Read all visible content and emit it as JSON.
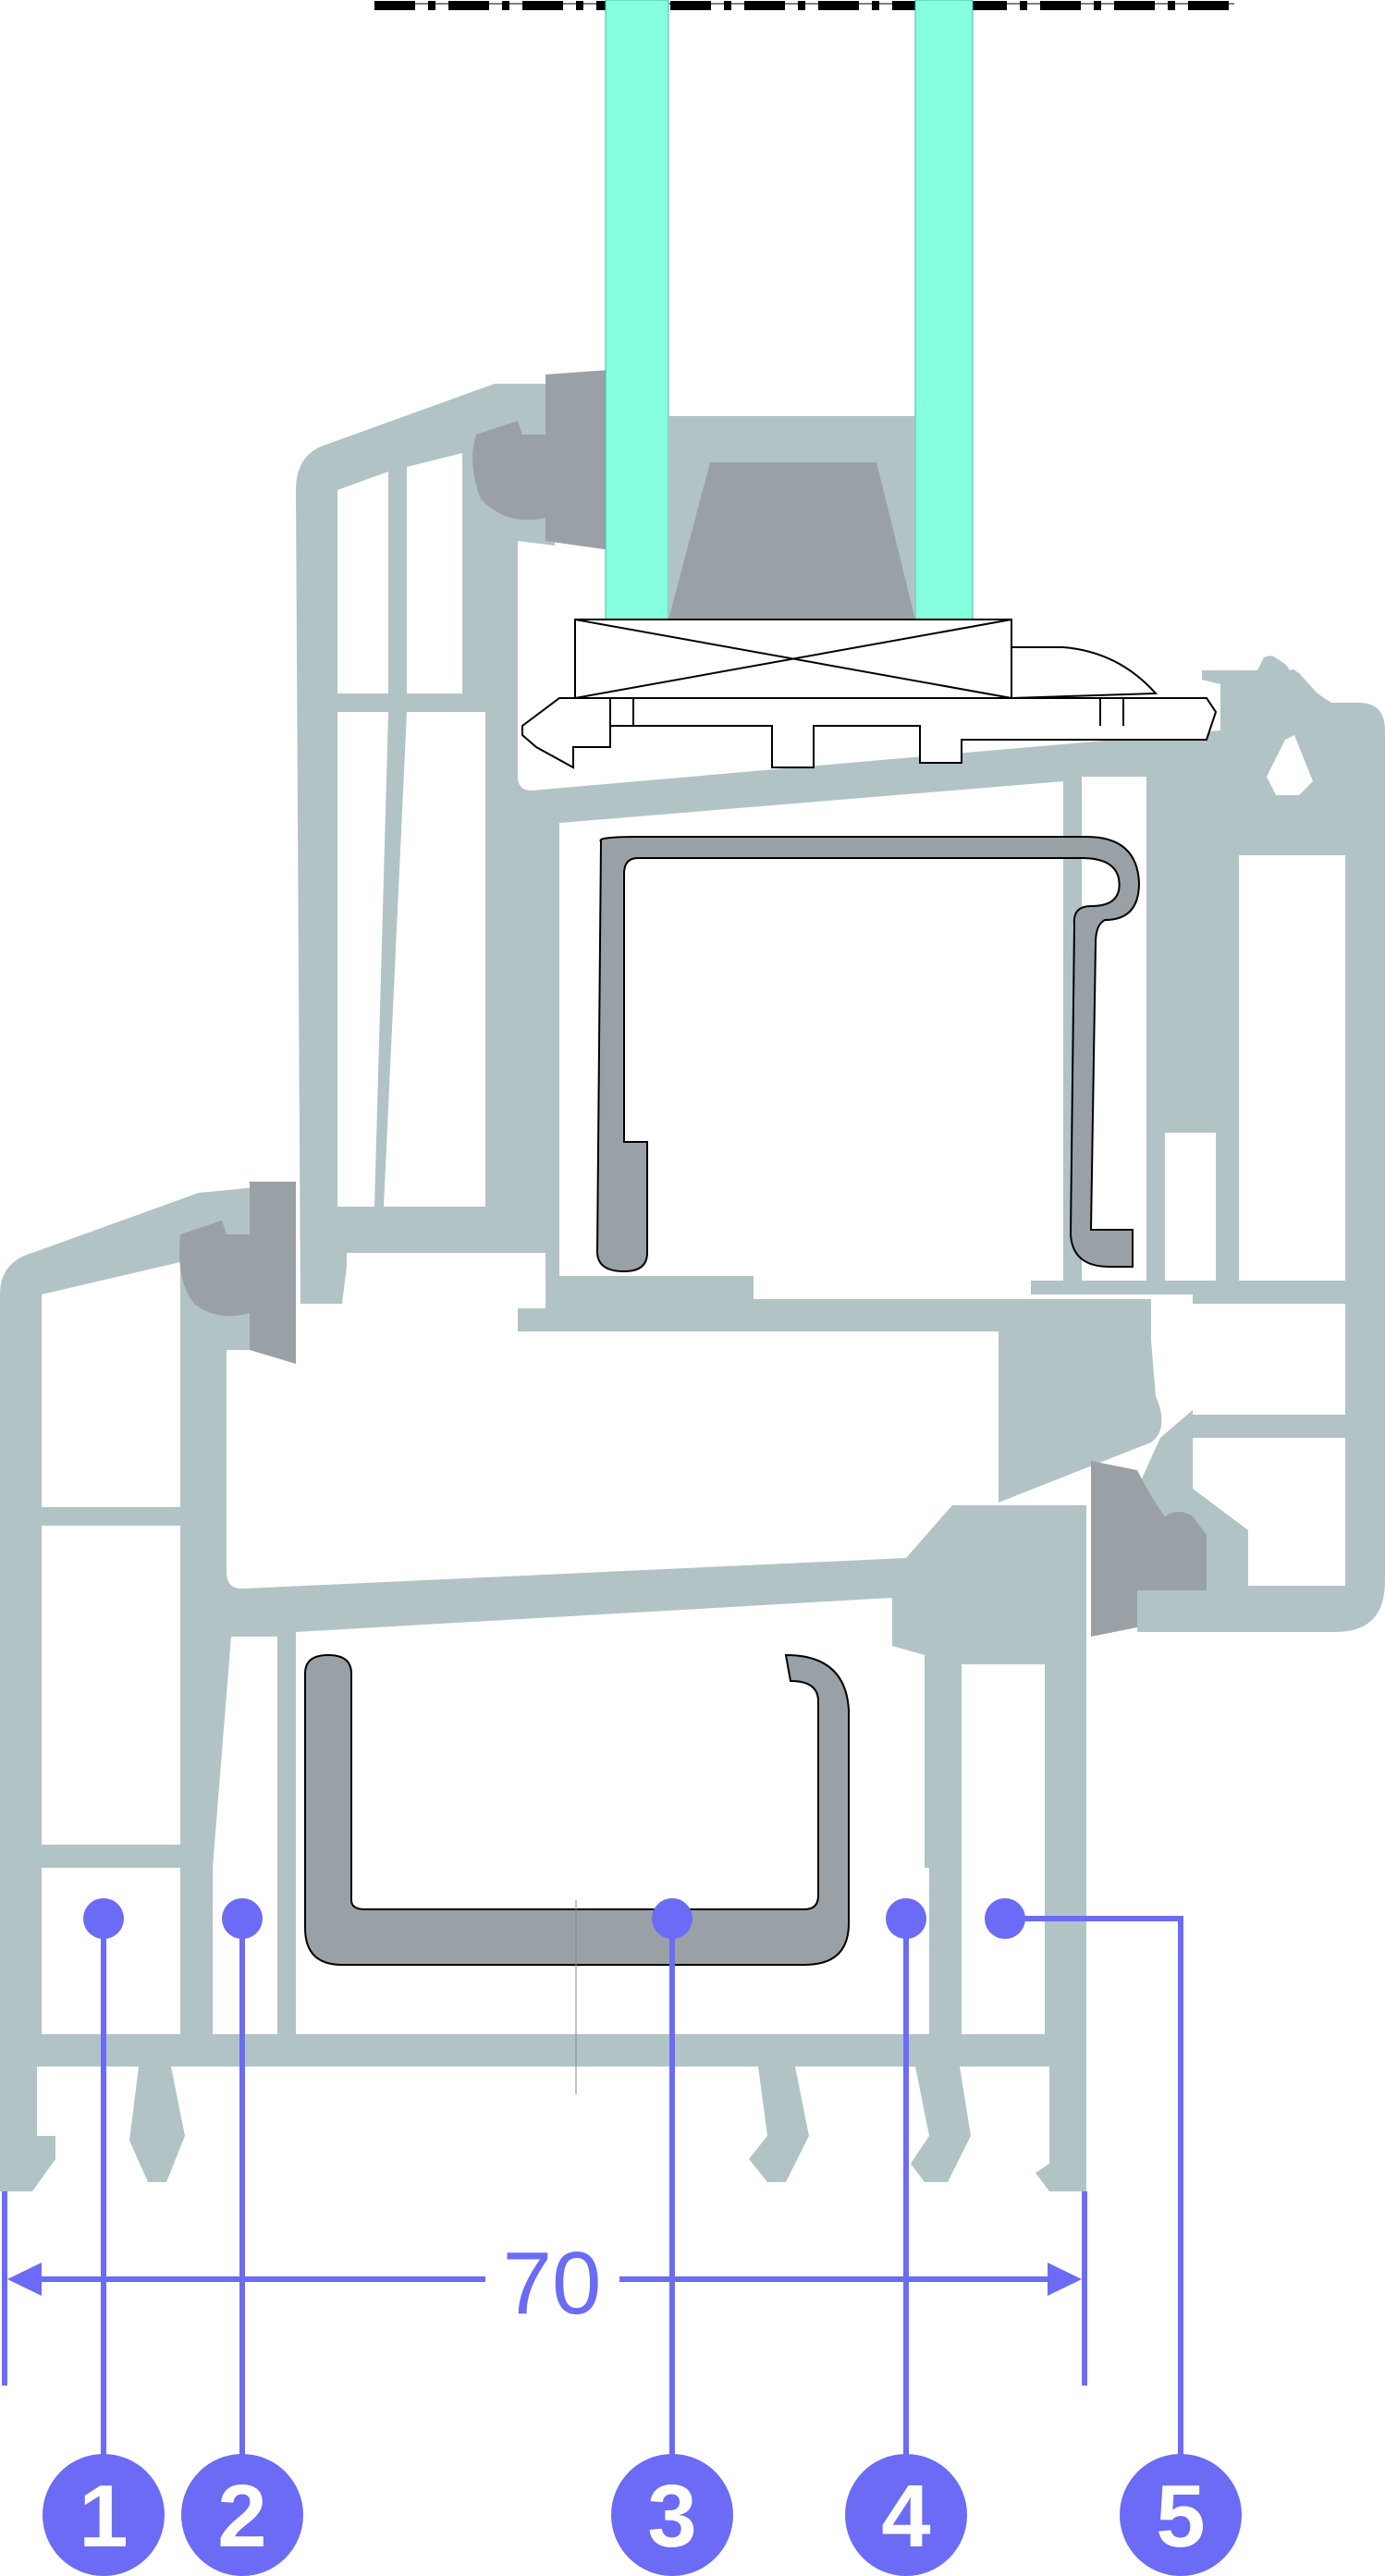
{
  "colors": {
    "profile": "#b2c3c6",
    "gasket": "#9aa1a6",
    "glass": "#86ffdf",
    "steel": "#9aa1a6",
    "accent": "#6b6bf5",
    "line": "#000000"
  },
  "dimension": {
    "label": "70",
    "value": 70
  },
  "callouts": [
    {
      "label": "1"
    },
    {
      "label": "2"
    },
    {
      "label": "3"
    },
    {
      "label": "4"
    },
    {
      "label": "5"
    }
  ]
}
